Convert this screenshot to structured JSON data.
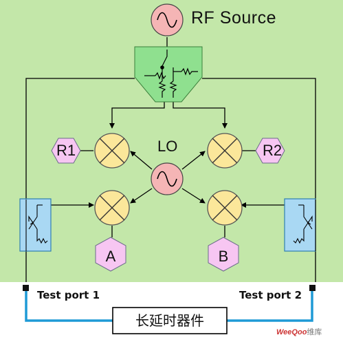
{
  "rf_source_label": "RF Source",
  "lo_label": "LO",
  "receivers": {
    "r1": "R1",
    "r2": "R2",
    "a": "A",
    "b": "B"
  },
  "test_ports": {
    "port1": "Test port 1",
    "port2": "Test port 2"
  },
  "dut_label": "长延时器件",
  "watermark": {
    "brand": "WeeQoo",
    "suffix": "维库"
  },
  "colors": {
    "background": "#c3e7a9",
    "switch_block": "#8fe08f",
    "mixer": "#fbe79a",
    "source": "#f5b5b5",
    "receiver_hex": "#f7c6f2",
    "coupler": "#a9d8f3",
    "cable": "#1e9ad6"
  },
  "icons": [
    "sine-wave-icon",
    "mixer-x-icon",
    "directional-coupler-icon",
    "resistor-icon",
    "switch-icon"
  ]
}
